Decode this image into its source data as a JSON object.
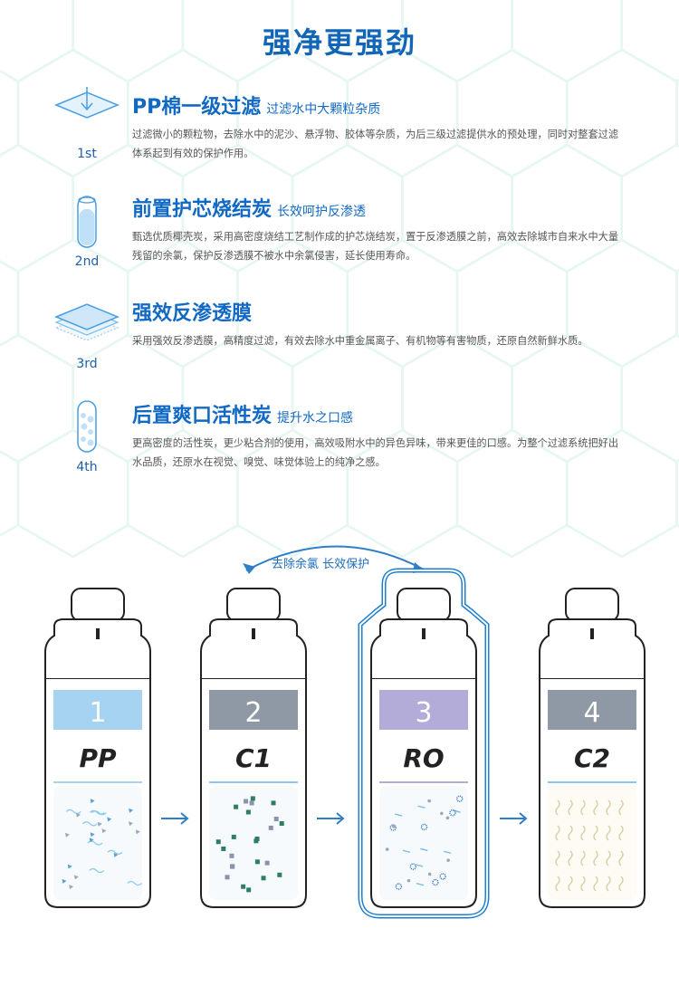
{
  "title": "强净更强劲",
  "steps": [
    {
      "ordinal": "1st",
      "icon": "membrane-sheet-arrow-icon",
      "name": "PP棉一级过滤",
      "subtitle": "过滤水中大颗粒杂质",
      "desc": "过滤微小的颗粒物，去除水中的泥沙、悬浮物、胶体等杂质，为后三级过滤提供水的预处理，同时对整套过滤体系起到有效的保护作用。"
    },
    {
      "ordinal": "2nd",
      "icon": "carbon-cylinder-icon",
      "name": "前置护芯烧结炭",
      "subtitle": "长效呵护反渗透",
      "desc": "甄选优质椰壳炭，采用高密度烧结工艺制作成的护芯烧结炭，置于反渗透膜之前，高效去除城市自来水中大量残留的余氯，保护反渗透膜不被水中余氯侵害，延长使用寿命。"
    },
    {
      "ordinal": "3rd",
      "icon": "ro-membrane-layers-icon",
      "name": "强效反渗透膜",
      "subtitle": "",
      "desc": "采用强效反渗透膜，高精度过滤，有效去除水中重金属离子、有机物等有害物质，还原自然新鲜水质。"
    },
    {
      "ordinal": "4th",
      "icon": "activated-carbon-cylinder-icon",
      "name": "后置爽口活性炭",
      "subtitle": "提升水之口感",
      "desc": "更高密度的活性炭，更少粘合剂的使用，高效吸附水中的异色异味，带来更佳的口感。为整个过滤系统把好出水品质，还原水在视觉、嗅觉、味觉体验上的纯净之感。"
    }
  ],
  "filters": {
    "arch_label": "去除余氯 长效保护",
    "items": [
      {
        "number": "1",
        "code": "PP",
        "band_color": "#a7d3f2",
        "text_color": "#ffffff",
        "highlighted": false
      },
      {
        "number": "2",
        "code": "C1",
        "band_color": "#8f99a6",
        "text_color": "#ffffff",
        "highlighted": false
      },
      {
        "number": "3",
        "code": "RO",
        "band_color": "#b3abd8",
        "text_color": "#ffffff",
        "highlighted": true
      },
      {
        "number": "4",
        "code": "C2",
        "band_color": "#8f99a6",
        "text_color": "#ffffff",
        "highlighted": false
      }
    ]
  },
  "colors": {
    "title": "#1166b8",
    "heading": "#1269c4",
    "body_text": "#555555",
    "highlight_outline": "#1e7fd0",
    "flow_arrow": "#2f7fc8"
  }
}
